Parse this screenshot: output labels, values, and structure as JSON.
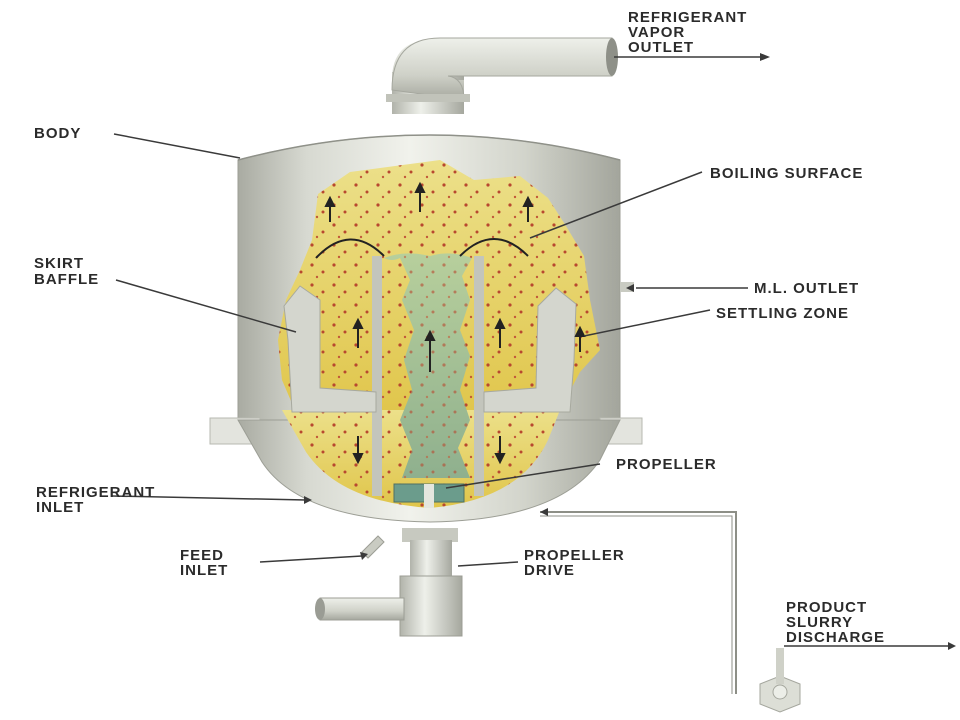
{
  "labels": {
    "refrigerant_vapor_outlet": [
      "REFRIGERANT",
      "VAPOR",
      "OUTLET"
    ],
    "body": "BODY",
    "boiling_surface": "BOILING SURFACE",
    "skirt_baffle": [
      "SKIRT",
      "BAFFLE"
    ],
    "ml_outlet": "M.L. OUTLET",
    "settling_zone": "SETTLING ZONE",
    "propeller": "PROPELLER",
    "refrigerant_inlet": [
      "REFRIGERANT",
      "INLET"
    ],
    "feed_inlet": [
      "FEED",
      "INLET"
    ],
    "propeller_drive": [
      "PROPELLER",
      "DRIVE"
    ],
    "product_slurry_discharge": [
      "PRODUCT",
      "SLURRY",
      "DISCHARGE"
    ]
  },
  "colors": {
    "vessel_metal": "#c9cbc2",
    "vessel_highlight": "#eeefe9",
    "slurry": "#e6cf5a",
    "liquor": "#a7c29a",
    "crystals": "#b8482f",
    "leader_line": "#3a3a3a"
  }
}
